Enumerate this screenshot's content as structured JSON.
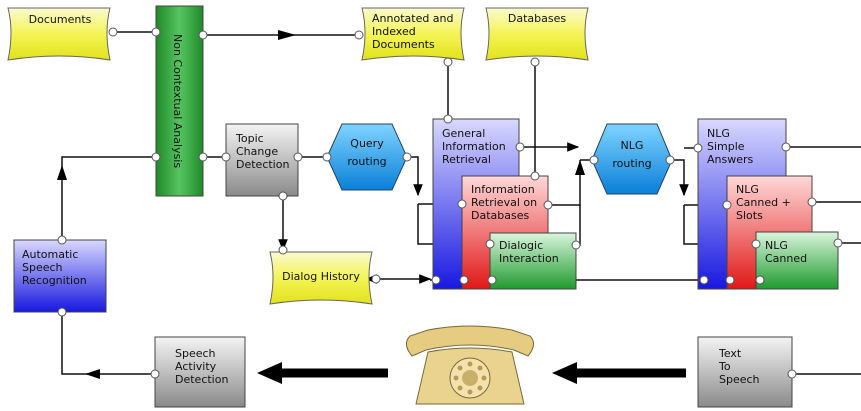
{
  "diagram": {
    "nodes": {
      "documents": "Documents",
      "non_contextual": "Non Contextual Analysis",
      "annotated": [
        "Annotated and",
        "Indexed",
        "Documents"
      ],
      "databases": "Databases",
      "topic_change": [
        "Topic",
        "Change",
        "Detection"
      ],
      "query_routing": [
        "Query",
        "routing"
      ],
      "general_info": [
        "General",
        "Information",
        "Retrieval"
      ],
      "info_db": [
        "Information",
        "Retrieval on",
        "Databases"
      ],
      "dialogic": [
        "Dialogic",
        "Interaction"
      ],
      "nlg_routing": [
        "NLG",
        "routing"
      ],
      "nlg_simple": [
        "NLG",
        "Simple",
        "Answers"
      ],
      "nlg_canned_slots": [
        "NLG",
        "Canned +",
        "Slots"
      ],
      "nlg_canned": [
        "NLG",
        "Canned"
      ],
      "dialog_history": "Dialog History",
      "asr": [
        "Automatic",
        "Speech",
        "Recognition"
      ],
      "vad": [
        "Speech",
        "Activity",
        "Detection"
      ],
      "tts": [
        "Text",
        "To",
        "Speech"
      ]
    },
    "colors": {
      "yellow": "#f2f23a",
      "green": "#2f9e3a",
      "gray": "#9a9a9a",
      "blue": "#5b5bf0",
      "cyan": "#1aa7ee",
      "red": "#e03b3b",
      "phone": "#e8cf84"
    },
    "icons": {
      "phone": "telephone-icon"
    }
  }
}
